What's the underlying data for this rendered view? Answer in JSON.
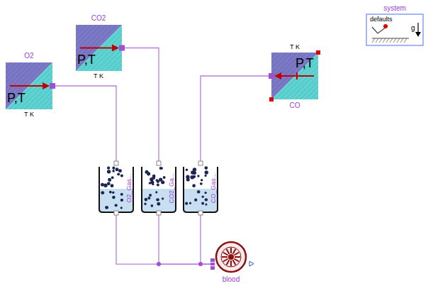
{
  "diagram": {
    "nodes": [
      {
        "text": [
          "system",
          "defaults",
          "g"
        ]
      },
      {
        "text": [
          "CO2",
          "P,T",
          "T K"
        ]
      },
      {
        "text": [
          "O2",
          "P,T",
          "T K"
        ]
      },
      {
        "text": [
          "CO",
          "P,T",
          "T K"
        ]
      },
      {
        "text": [
          "O2_Gas..."
        ]
      },
      {
        "text": [
          "CO2_Ga..."
        ]
      },
      {
        "text": [
          "CO_Gas..."
        ]
      },
      {
        "text": [
          "blood"
        ]
      }
    ],
    "edges": [
      {
        "from": 2,
        "to": 4,
        "arrow": "none"
      },
      {
        "from": 1,
        "to": 5,
        "arrow": "none"
      },
      {
        "from": 3,
        "to": 6,
        "arrow": "none"
      },
      {
        "from": 4,
        "to": 7,
        "arrow": "none"
      },
      {
        "from": 5,
        "to": 7,
        "arrow": "none"
      },
      {
        "from": 6,
        "to": 7,
        "arrow": "none"
      }
    ]
  }
}
